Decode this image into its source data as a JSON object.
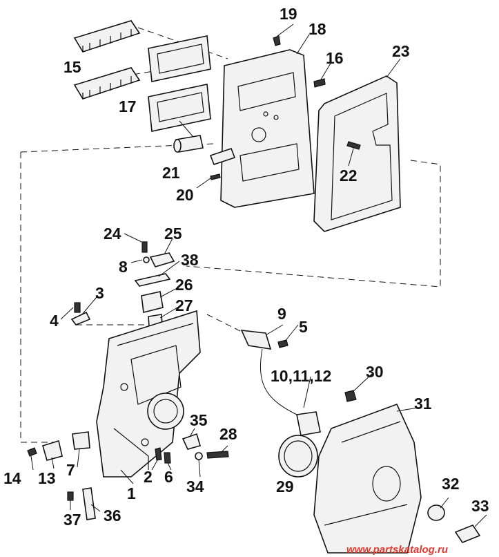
{
  "labels": {
    "p1": "1",
    "p2": "2",
    "p3": "3",
    "p4": "4",
    "p5": "5",
    "p6": "6",
    "p7": "7",
    "p8": "8",
    "p9": "9",
    "p10_12": "10,11,12",
    "p13": "13",
    "p14": "14",
    "p15": "15",
    "p16": "16",
    "p17": "17",
    "p18": "18",
    "p19": "19",
    "p20": "20",
    "p21": "21",
    "p22": "22",
    "p23": "23",
    "p24": "24",
    "p25": "25",
    "p26": "26",
    "p27": "27",
    "p28": "28",
    "p29": "29",
    "p30": "30",
    "p31": "31",
    "p32": "32",
    "p33": "33",
    "p34": "34",
    "p35": "35",
    "p36": "36",
    "p37": "37",
    "p38": "38"
  },
  "watermark": "www.partskatalog.ru"
}
